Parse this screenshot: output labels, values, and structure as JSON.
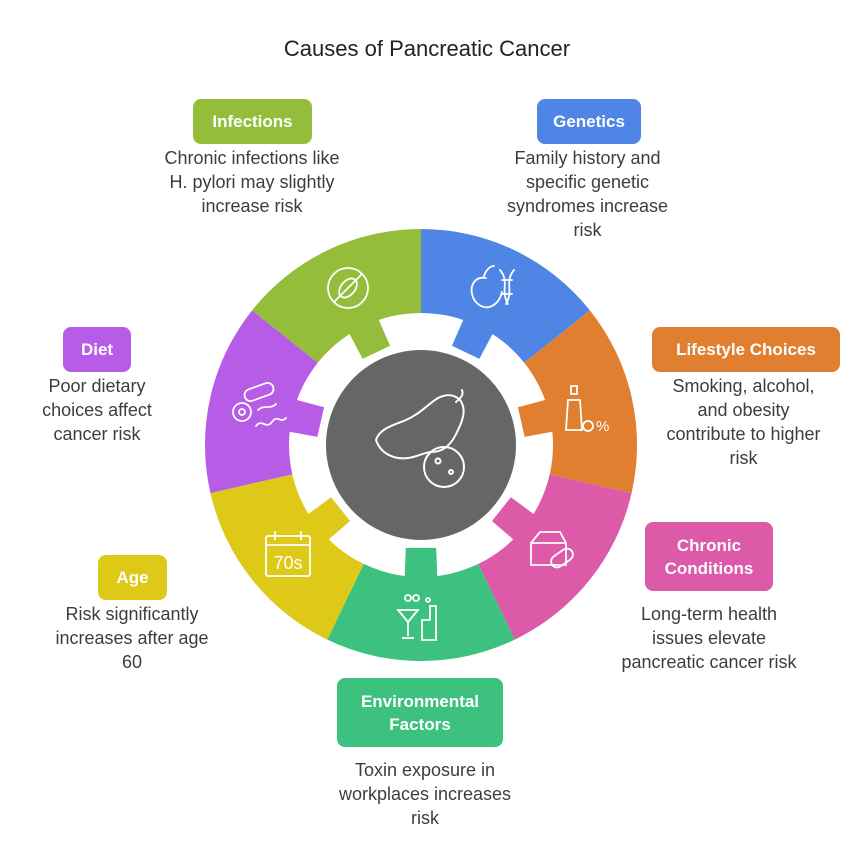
{
  "title": "Causes of Pancreatic Cancer",
  "colors": {
    "genetics": "#4f86e6",
    "lifestyle": "#e07f2f",
    "chronic": "#dd5aa8",
    "environmental": "#3cc17e",
    "age": "#dfc918",
    "diet": "#b65ce6",
    "infections": "#93bd3a",
    "center": "#666666"
  },
  "causes": [
    {
      "key": "genetics",
      "label": "Genetics",
      "description": "Family history and specific genetic syndromes increase risk",
      "icon": "dna-apple-icon"
    },
    {
      "key": "lifestyle",
      "label": "Lifestyle Choices",
      "description": "Smoking, alcohol, and obesity contribute to higher risk",
      "icon": "bottle-percent-icon"
    },
    {
      "key": "chronic",
      "label": "Chronic Conditions",
      "description": "Long-term health issues elevate pancreatic cancer risk",
      "icon": "pill-box-icon"
    },
    {
      "key": "environmental",
      "label": "Environmental Factors",
      "description": "Toxin exposure in workplaces increases risk",
      "icon": "factory-cocktail-icon"
    },
    {
      "key": "age",
      "label": "Age",
      "description": "Risk significantly increases after age 60",
      "icon": "calendar-70s-icon",
      "icon_text": "70s"
    },
    {
      "key": "diet",
      "label": "Diet",
      "description": "Poor dietary choices affect cancer risk",
      "icon": "food-icon"
    },
    {
      "key": "infections",
      "label": "Infections",
      "description": "Chronic infections like H. pylori may slightly increase risk",
      "icon": "no-bacteria-icon"
    }
  ]
}
